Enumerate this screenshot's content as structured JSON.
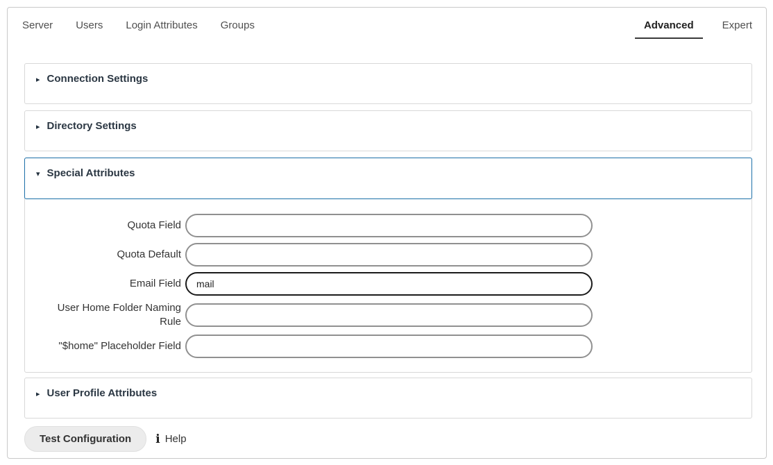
{
  "colors": {
    "accent_blue_border": "#1b6fa8",
    "active_tab_underline": "#3a3a3a",
    "section_border": "#d8d8d8",
    "input_border": "#909090",
    "focused_input_border": "#1a1a1a",
    "button_background": "#ececec"
  },
  "icons": {
    "collapsed_marker": "▸",
    "expanded_marker": "▾",
    "info": "i"
  },
  "tabs": {
    "left": [
      {
        "label": "Server"
      },
      {
        "label": "Users"
      },
      {
        "label": "Login Attributes"
      },
      {
        "label": "Groups"
      }
    ],
    "right": [
      {
        "label": "Advanced",
        "active": true
      },
      {
        "label": "Expert",
        "active": false
      }
    ]
  },
  "sections": [
    {
      "title": "Connection Settings",
      "state": "collapsed"
    },
    {
      "title": "Directory Settings",
      "state": "collapsed"
    },
    {
      "title": "Special Attributes",
      "state": "expanded"
    },
    {
      "title": "User Profile Attributes",
      "state": "collapsed"
    }
  ],
  "form": {
    "fields": [
      {
        "label": "Quota Field",
        "value": "",
        "focused": false
      },
      {
        "label": "Quota Default",
        "value": "",
        "focused": false
      },
      {
        "label": "Email Field",
        "value": "mail",
        "focused": true
      },
      {
        "label": "User Home Folder Naming Rule",
        "value": "",
        "focused": false
      },
      {
        "label": "\"$home\" Placeholder Field",
        "value": "",
        "focused": false
      }
    ]
  },
  "footer": {
    "test_button_label": "Test Configuration",
    "help_label": "Help"
  }
}
